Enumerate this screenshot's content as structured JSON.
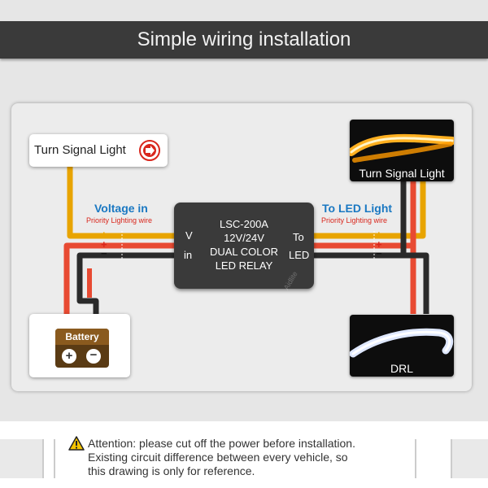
{
  "header": {
    "title": "Simple wiring installation"
  },
  "turn_signal": {
    "label": "Turn Signal Light"
  },
  "battery": {
    "label": "Battery"
  },
  "input_side": {
    "heading": "Voltage in",
    "subheading": "Priority Lighting wire"
  },
  "output_side": {
    "heading": "To LED Light",
    "subheading": "Priority Lighting wire"
  },
  "relay": {
    "lines": [
      "LSC-200A",
      "12V/24V",
      "DUAL COLOR",
      "LED RELAY"
    ],
    "left_label_top": "V",
    "left_label_bottom": "in",
    "right_label_top": "To",
    "right_label_bottom": "LED"
  },
  "photos": {
    "turn_signal_caption": "Turn Signal Light",
    "drl_caption": "DRL"
  },
  "watermark": "Aidlite",
  "polarity": {
    "yellow": "+",
    "red": "+",
    "black": "−"
  },
  "attention": {
    "lines": [
      "Attention: please cut off the power before installation.",
      "Existing circuit difference between every vehicle, so",
      "this drawing is only for reference."
    ]
  },
  "colors": {
    "yellow_wire": "#e8a400",
    "red_wire": "#e84a32",
    "black_wire": "#2a2a2a",
    "heading_blue": "#1a78c2",
    "accent_red": "#d9261c"
  }
}
